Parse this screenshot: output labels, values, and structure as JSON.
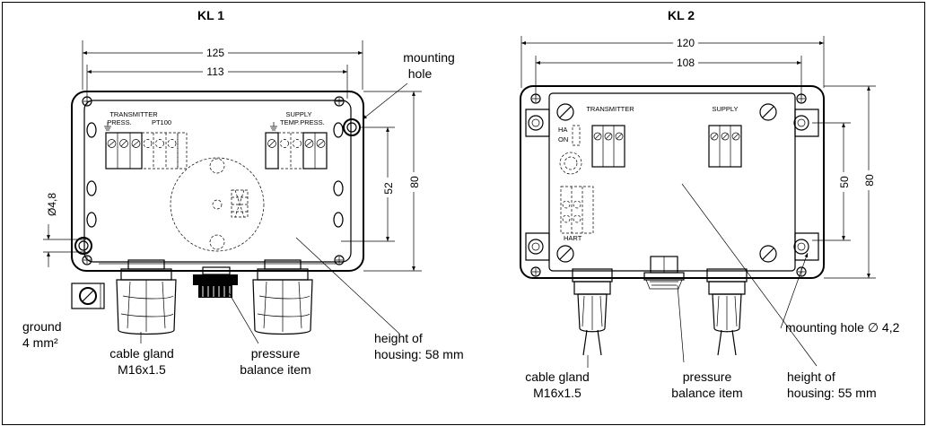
{
  "kl1": {
    "title": "KL 1",
    "dim_width_outer": "125",
    "dim_width_holes": "113",
    "dim_height_outer": "80",
    "dim_height_holes": "52",
    "dim_hole_dia": "Ø4,8",
    "terminal_group_left": "TRANSMITTER",
    "terminal_group_right": "SUPPLY",
    "term_press_left": "PRESS.",
    "term_pt100": "PT100",
    "term_temp": "TEMP.",
    "term_press_right": "PRESS.",
    "label_mounting_hole_1": "mounting",
    "label_mounting_hole_2": "hole",
    "label_ground_1": "ground",
    "label_ground_2": "4 mm²",
    "label_cable_gland_1": "cable gland",
    "label_cable_gland_2": "M16x1.5",
    "label_pressure_1": "pressure",
    "label_pressure_2": "balance item",
    "label_height_1": "height of",
    "label_height_2": "housing: 58 mm"
  },
  "kl2": {
    "title": "KL 2",
    "dim_width_outer": "120",
    "dim_width_holes": "108",
    "dim_height_outer": "80",
    "dim_height_holes": "50",
    "terminal_group_left": "TRANSMITTER",
    "terminal_group_right": "SUPPLY",
    "term_ha": "HA",
    "term_on": "ON",
    "term_hart": "HART",
    "label_mounting_hole": "mounting hole ∅ 4,2",
    "label_cable_gland_1": "cable gland",
    "label_cable_gland_2": "M16x1.5",
    "label_pressure_1": "pressure",
    "label_pressure_2": "balance item",
    "label_height_1": "height of",
    "label_height_2": "housing: 55 mm"
  }
}
